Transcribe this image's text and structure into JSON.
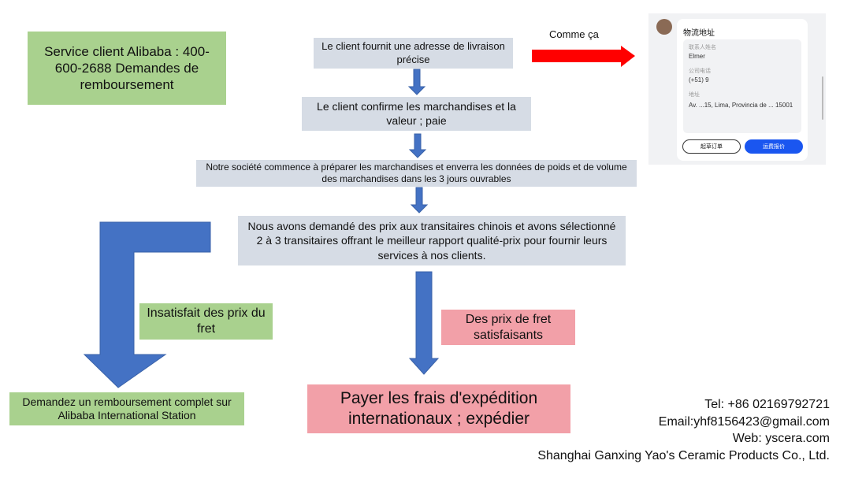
{
  "service_box": "Service client Alibaba : 400-600-2688 Demandes de remboursement",
  "steps": [
    "Le client fournit une adresse de livraison précise",
    "Le client confirme les marchandises et la valeur ; paie",
    "Notre société commence à préparer les marchandises et enverra les données de poids et de volume des marchandises dans les 3 jours ouvrables",
    "Nous avons demandé des prix aux transitaires chinois et avons sélectionné 2 à 3 transitaires offrant le meilleur rapport qualité-prix pour fournir leurs services à nos clients."
  ],
  "comme_ca": "Comme ça",
  "satisfied": "Des prix de fret satisfaisants",
  "pay": "Payer les frais d'expédition internationaux ; expédier",
  "unsatisfied": "Insatisfait des prix du fret",
  "refund": "Demandez un remboursement complet sur Alibaba International Station",
  "contact": [
    "Tel: +86 02169792721",
    "Email:yhf8156423@gmail.com",
    "Web: yscera.com",
    "Shanghai Ganxing Yao's Ceramic Products Co., Ltd."
  ],
  "phone": {
    "title": "物流地址",
    "contact_label": "联系人姓名",
    "contact_value": "Elmer",
    "phone_label": "公司电话",
    "phone_value": "(+51) 9",
    "address_label": "地址",
    "address_value": "Av. ...15, Lima, Provincia de ... 15001",
    "draft_button": "起草订单",
    "quote_button": "运费报价"
  },
  "colors": {
    "arrow": "#4472c4",
    "red_arrow": "#ff0000",
    "gray": "#d6dce5",
    "green": "#a9d18e",
    "pink": "#f2a0a8",
    "primary": "#1a56f0"
  }
}
